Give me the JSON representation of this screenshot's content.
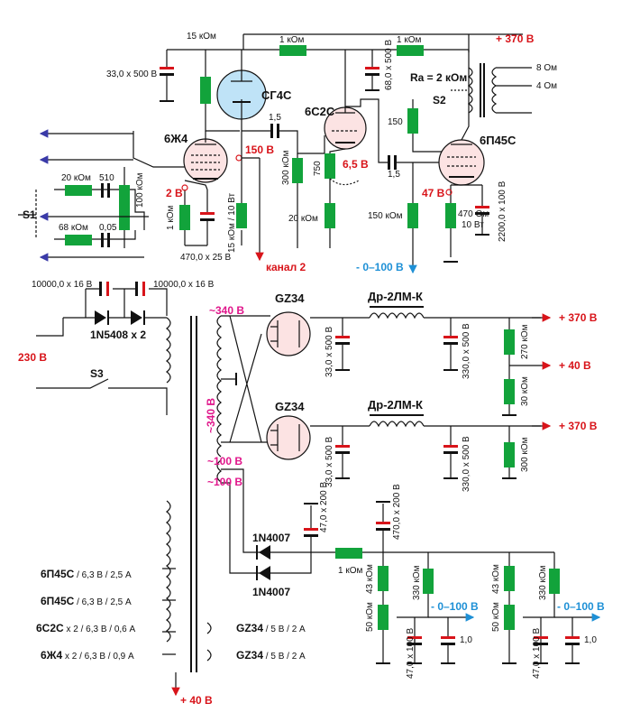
{
  "colors": {
    "wire": "#111111",
    "resistor": "#12a33b",
    "cap_plate": "#111111",
    "cap_plate_hot": "#d8141a",
    "tube_fill": "#fce3e3",
    "tube_vr_fill": "#bfe3f7",
    "signal_arrow": "#3a3aa8",
    "red": "#d8141a",
    "blue": "#1e90d6",
    "magenta": "#e0178b"
  },
  "amp": {
    "tubes": {
      "regulator": "СГ4С",
      "input": "6Ж4",
      "driver": "6С2С",
      "output": "6П45С"
    },
    "labels": {
      "r_15k_top": "15 кОм",
      "r_1k_a": "1 кОм",
      "r_1k_b": "1 кОм",
      "b_plus": "+ 370 В",
      "c_33_500": "33,0 х 500 В",
      "c_68_500": "68,0 х 500 В",
      "ra": "Ra = 2 кОм",
      "s2": "S2",
      "out_8": "8 Ом",
      "out_4": "4 Ом",
      "c_1_5_a": "1,5",
      "c_1_5_b": "1,5",
      "r_150_grid": "150",
      "v_150": "150 В",
      "v_6_5": "6,5 В",
      "v_2": "2 В",
      "v_47": "47 В",
      "r_20k_a": "20 кОм",
      "c_510": "510",
      "r_100k": "100 кОм",
      "s1": "S1",
      "r_68k": "68 кОм",
      "c_0_05": "0,05",
      "r_1k_cath": "1 кОм",
      "c_470_25": "470,0 х 25 В",
      "r_15k_10w": "15 кОм / 10 Вт",
      "r_300k": "300 кОм",
      "r_750": "750",
      "r_20k_b": "20 кОм",
      "r_150k": "150 кОм",
      "r_470_10w": "470 Ом\n10 Вт",
      "c_2200_100": "2200,0 х 100 В",
      "channel2": "канал 2",
      "bias_range": "- 0–100 В"
    }
  },
  "psu": {
    "labels": {
      "c_10000_a": "10000,0 х 16 В",
      "c_10000_b": "10000,0 х 16 В",
      "diodes_1n5408": "1N5408 х 2",
      "mains": "230 В",
      "s3": "S3",
      "v_340_a": "~340 В",
      "v_340_b": "~340 В",
      "v_100_a": "~100 В",
      "v_100_b": "~100 В",
      "rect_1": "GZ34",
      "rect_2": "GZ34",
      "choke_1": "Др-2ЛМ-К",
      "choke_2": "Др-2ЛМ-К",
      "c_33_a": "33,0 х 500 В",
      "c_330_a": "330,0 х 500 В",
      "r_270k": "270 кОм",
      "r_30k": "30 кОм",
      "out_370_a": "+ 370 В",
      "out_40": "+ 40 В",
      "out_370_b": "+ 370 В",
      "c_33_b": "33,0 х 500 В",
      "c_330_b": "330,0 х 500 В",
      "r_300k": "300 кОм",
      "c_47_200": "47,0 х 200 В",
      "c_470_200": "470,0 х 200 В",
      "d_1n4007_a": "1N4007",
      "d_1n4007_b": "1N4007",
      "r_1k": "1 кОм",
      "r_43k_a": "43 кОм",
      "r_330k_a": "330 кОм",
      "r_50k_a": "50 кОм",
      "c_47_100_a": "47,0 х 100 В",
      "c_1_0_a": "1,0",
      "bias_out_a": "- 0–100 В",
      "r_43k_b": "43 кОм",
      "r_330k_b": "330 кОм",
      "r_50k_b": "50 кОм",
      "c_47_100_b": "47,0 х 100 В",
      "c_1_0_b": "1,0",
      "bias_out_b": "- 0–100 В",
      "out_40_bottom": "+ 40 В"
    },
    "heaters": [
      {
        "tube": "6П45С",
        "spec": "/ 6,3 В / 2,5 А"
      },
      {
        "tube": "6П45С",
        "spec": "/ 6,3 В / 2,5 А"
      },
      {
        "tube": "6С2С",
        "spec": "х 2 / 6,3 В / 0,6 А"
      },
      {
        "tube": "6Ж4",
        "spec": "х 2 / 6,3 В / 0,9 А"
      }
    ],
    "rect_heaters": [
      {
        "tube": "GZ34",
        "spec": "/ 5 В / 2 А"
      },
      {
        "tube": "GZ34",
        "spec": "/ 5 В / 2 А"
      }
    ]
  }
}
